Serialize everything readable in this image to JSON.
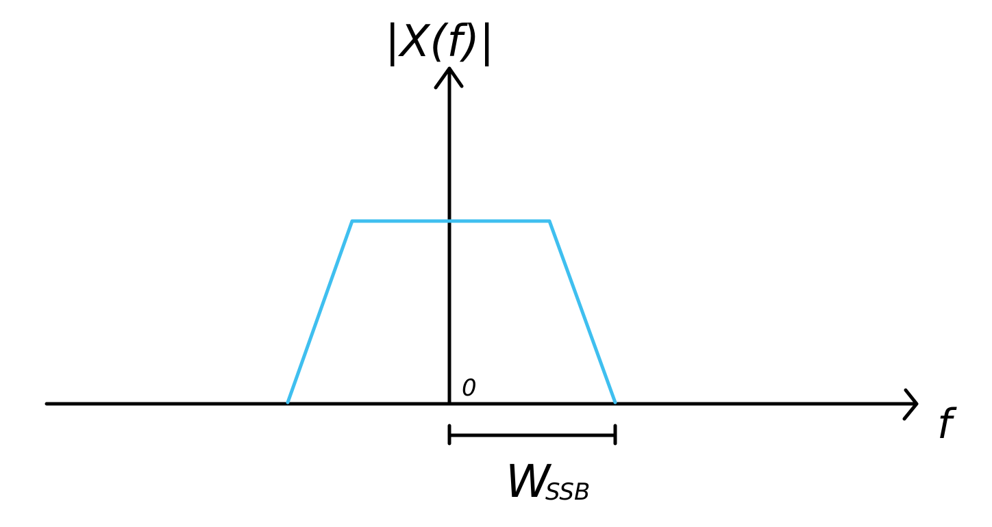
{
  "labels": {
    "y_axis": "|X(f)|",
    "x_axis": "f",
    "origin": "0",
    "bandwidth_main": "W",
    "bandwidth_sub": "SSB"
  },
  "colors": {
    "axes": "#000000",
    "spectrum": "#3fbfef"
  }
}
